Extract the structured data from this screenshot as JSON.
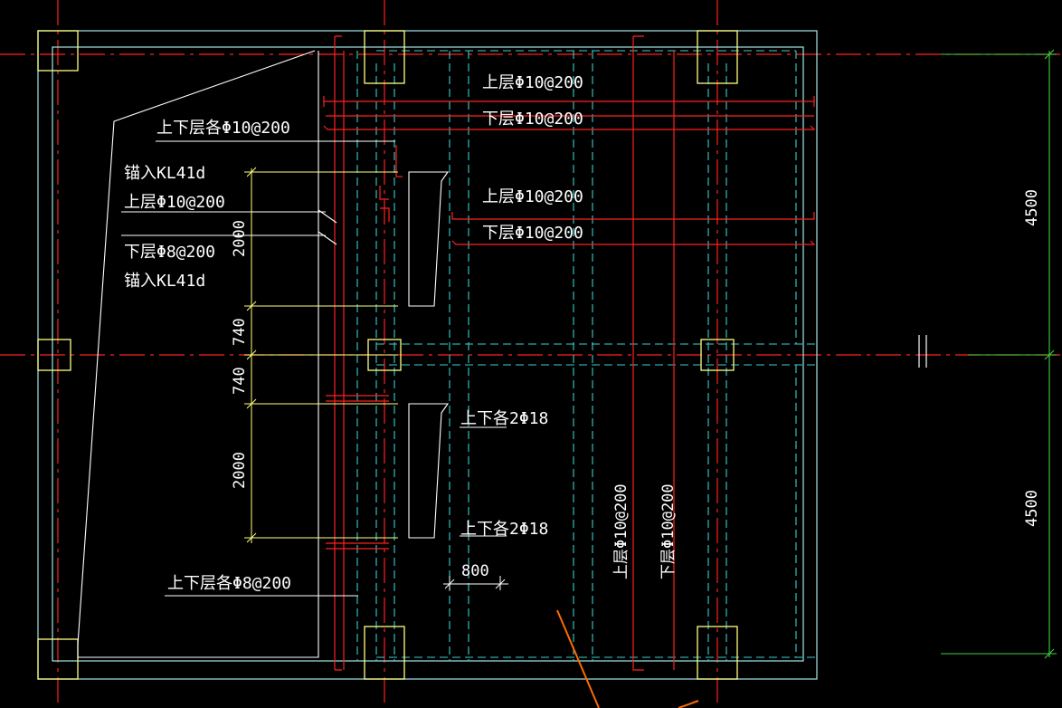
{
  "labels": {
    "top_rebar_1": "上层Φ10@200",
    "bottom_rebar_1": "下层Φ10@200",
    "top_rebar_2": "上层Φ10@200",
    "bottom_rebar_2": "下层Φ10@200",
    "both_layers_left_top": "上下层各Φ10@200",
    "anchor_1": "锚入KL41d",
    "top_left_mid": "上层Φ10@200",
    "bottom_left_mid": "下层Φ8@200",
    "anchor_2": "锚入KL41d",
    "both_layers_left_bottom": "上下层各Φ8@200",
    "opening_top": "上下各2Φ18",
    "opening_bottom": "上下各2Φ18",
    "vertical_top": "上层Φ10@200",
    "vertical_bottom": "下层Φ10@200"
  },
  "dimensions": {
    "d_2000_top": "2000",
    "d_740_a": "740",
    "d_740_b": "740",
    "d_2000_bottom": "2000",
    "d_800": "800",
    "d_4500_top": "4500",
    "d_4500_bottom": "4500"
  },
  "colors": {
    "background": "#000000",
    "axis_red": "#ff2020",
    "outline_cyan": "#9fe8e8",
    "column_yellow": "#ffff80",
    "dim_green": "#40d040",
    "text_white": "#ffffff",
    "orange": "#ff6a00"
  }
}
